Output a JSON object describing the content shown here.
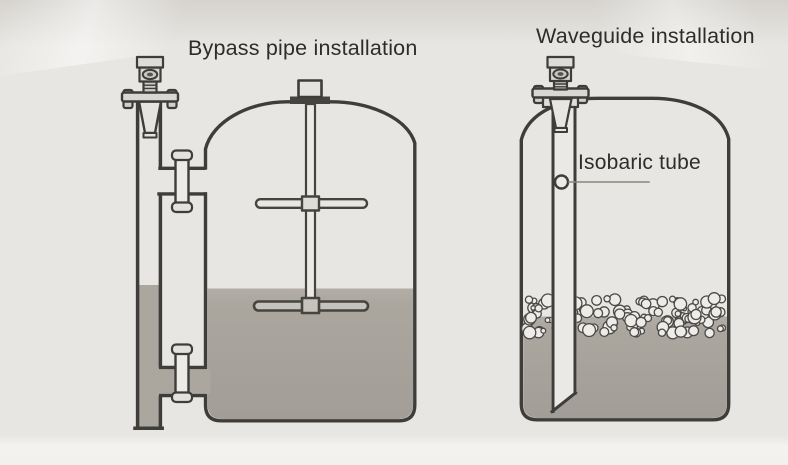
{
  "labels": {
    "left_title": "Bypass pipe installation",
    "right_title": "Waveguide installation",
    "tube_label": "Isobaric tube"
  },
  "colors": {
    "background": "#e8e6e2",
    "outline": "#3e3d3a",
    "liquid": "#aba79f",
    "metal_light": "#edebe7",
    "motor_plate_dark": "#454440"
  },
  "diagram": {
    "left": {
      "title": "Bypass pipe installation",
      "components": [
        "radar-level-sensor",
        "horn-antenna",
        "bypass-pipe",
        "flanged-connector-upper",
        "flanged-connector-lower",
        "storage-tank",
        "agitator",
        "liquid-fill"
      ]
    },
    "right": {
      "title": "Waveguide installation",
      "components": [
        "radar-level-sensor",
        "horn-antenna",
        "waveguide-tube",
        "isobaric-hole",
        "storage-tank",
        "foam-layer",
        "liquid-fill"
      ]
    }
  }
}
